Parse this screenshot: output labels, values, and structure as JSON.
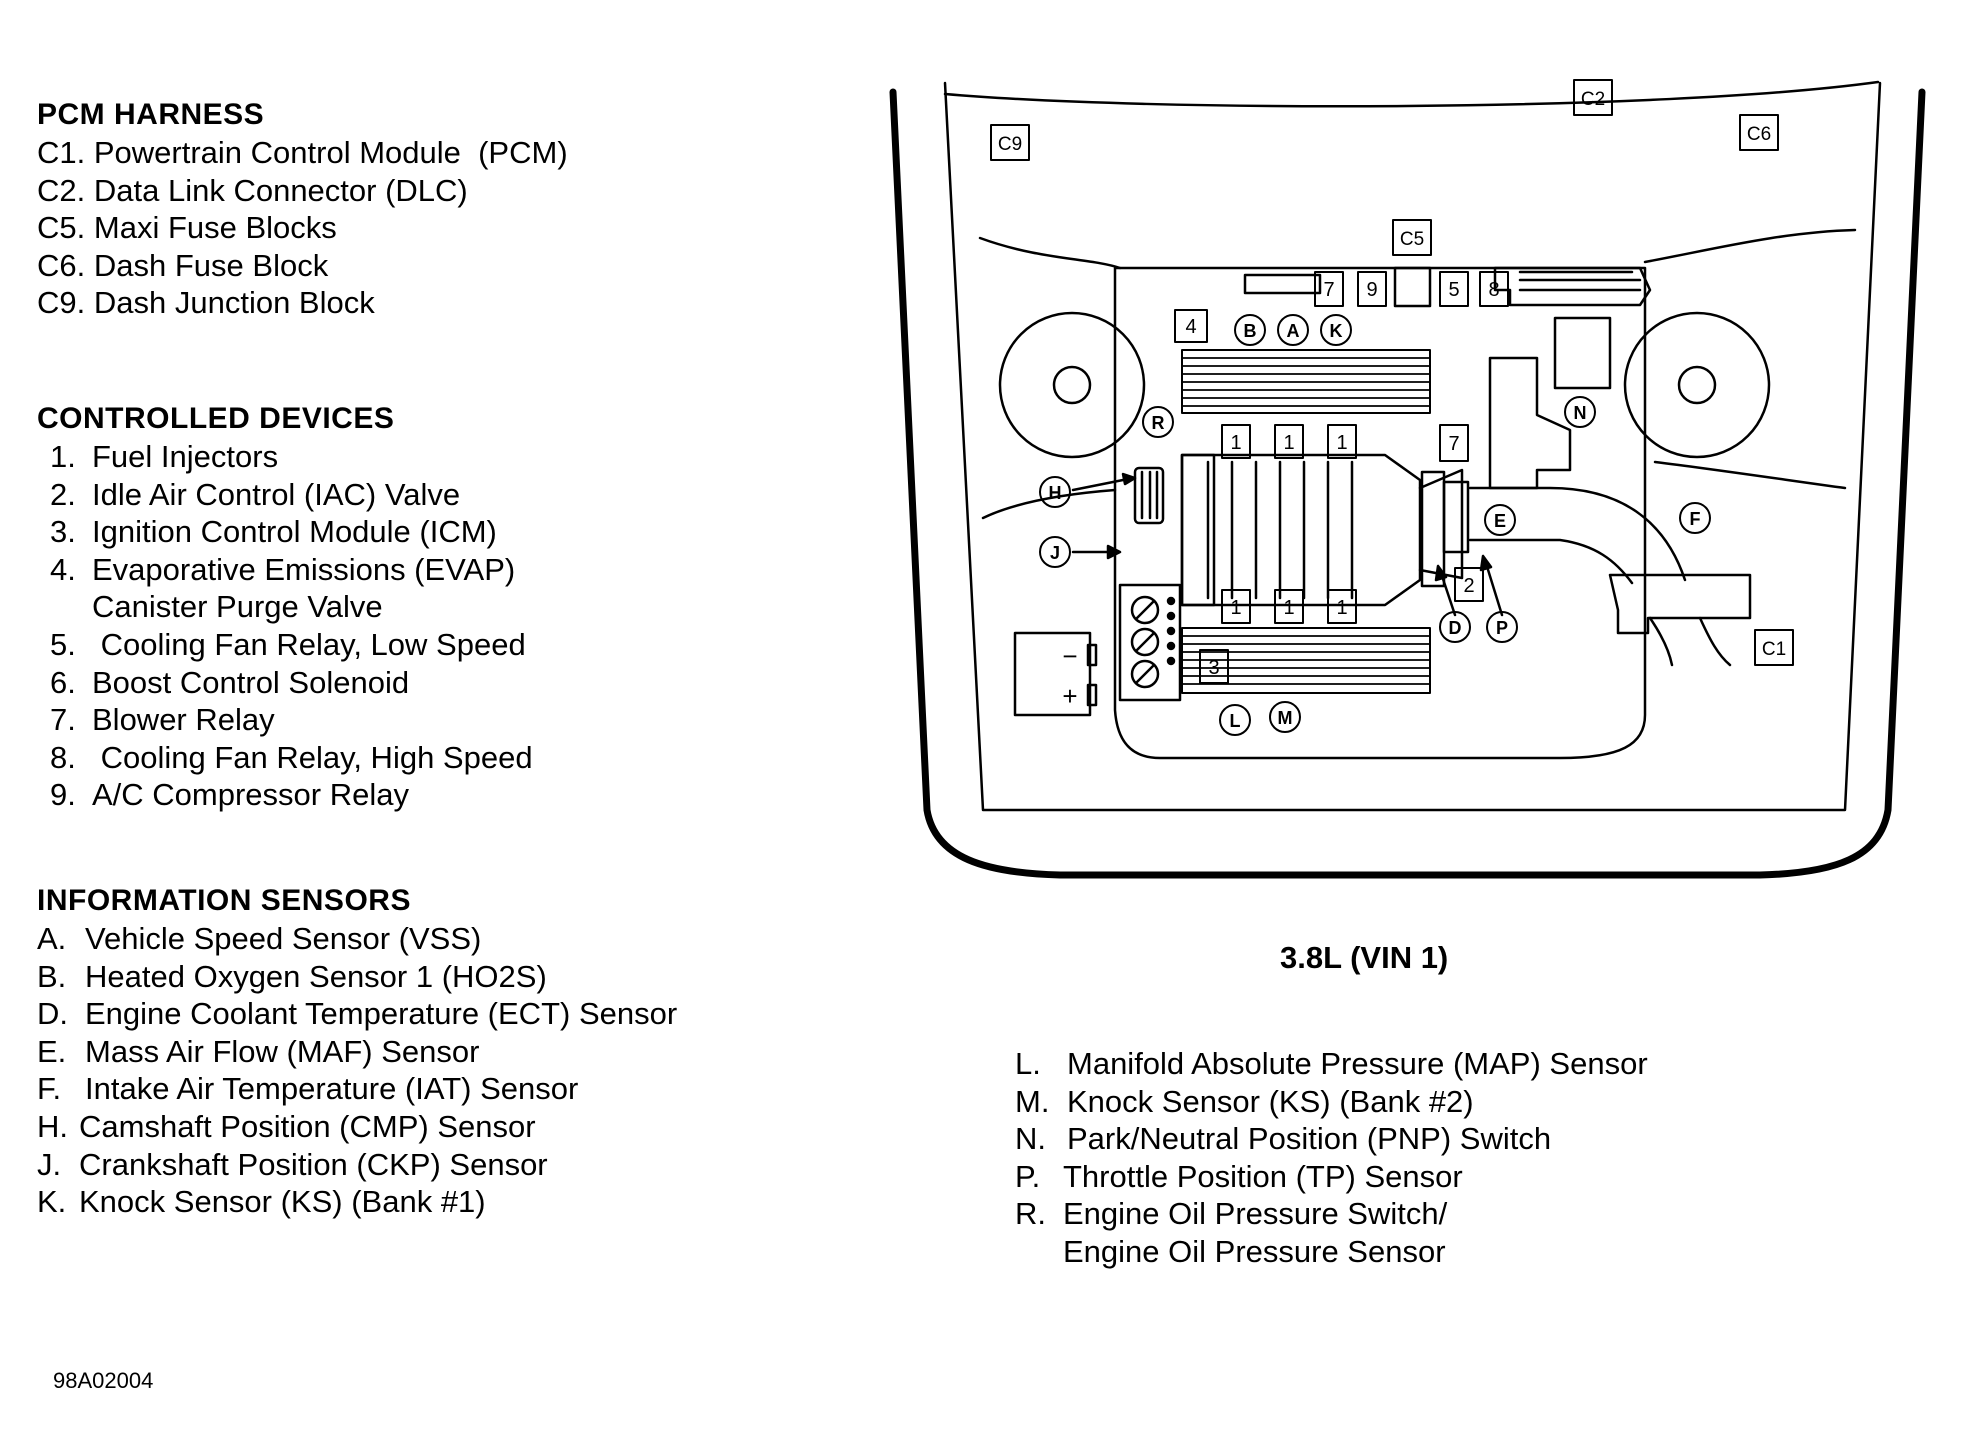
{
  "pcm_harness": {
    "heading": "PCM HARNESS",
    "items": [
      {
        "code": "C1.",
        "text": "Powertrain Control Module  (PCM)"
      },
      {
        "code": "C2.",
        "text": "Data Link Connector (DLC)"
      },
      {
        "code": "C5.",
        "text": "Maxi Fuse Blocks"
      },
      {
        "code": "C6.",
        "text": "Dash Fuse Block"
      },
      {
        "code": "C9.",
        "text": "Dash Junction Block"
      }
    ]
  },
  "controlled_devices": {
    "heading": "CONTROLLED DEVICES",
    "items": [
      {
        "code": "1.",
        "text": "Fuel Injectors"
      },
      {
        "code": "2.",
        "text": "Idle Air Control (IAC) Valve"
      },
      {
        "code": "3.",
        "text": "Ignition Control Module (ICM)"
      },
      {
        "code": "4.",
        "text": "Evaporative Emissions (EVAP)"
      },
      {
        "code": "",
        "text": "Canister Purge Valve"
      },
      {
        "code": "5.",
        "text": " Cooling Fan Relay, Low Speed"
      },
      {
        "code": "6.",
        "text": "Boost Control Solenoid"
      },
      {
        "code": "7.",
        "text": "Blower Relay"
      },
      {
        "code": "8.",
        "text": " Cooling Fan Relay, High Speed"
      },
      {
        "code": "9.",
        "text": "A/C Compressor Relay"
      }
    ]
  },
  "information_sensors": {
    "heading": "INFORMATION SENSORS",
    "items": [
      {
        "code": "A.",
        "text": "Vehicle Speed Sensor (VSS)"
      },
      {
        "code": "B.",
        "text": "Heated Oxygen Sensor 1 (HO2S)"
      },
      {
        "code": "D.",
        "text": "Engine Coolant Temperature (ECT) Sensor"
      },
      {
        "code": "E.",
        "text": "Mass Air Flow (MAF) Sensor"
      },
      {
        "code": "F.",
        "text": "Intake Air Temperature (IAT) Sensor"
      },
      {
        "code": "H.",
        "text": "Camshaft Position (CMP) Sensor"
      },
      {
        "code": "J.",
        "text": "Crankshaft Position (CKP) Sensor"
      },
      {
        "code": "K.",
        "text": "Knock Sensor (KS) (Bank #1)"
      }
    ]
  },
  "additional_sensors": {
    "items": [
      {
        "code": "L.",
        "text": "Manifold Absolute Pressure (MAP) Sensor"
      },
      {
        "code": "M.",
        "text": "Knock Sensor (KS) (Bank #2)"
      },
      {
        "code": "N.",
        "text": "Park/Neutral Position (PNP) Switch"
      },
      {
        "code": "P.",
        "text": "Throttle Position (TP) Sensor"
      },
      {
        "code": "R.",
        "text": "Engine Oil Pressure Switch/"
      },
      {
        "code": "",
        "text": "Engine Oil Pressure Sensor"
      }
    ]
  },
  "diagram": {
    "caption": "3.8L (VIN 1)",
    "labels": {
      "c1": "C1",
      "c2": "C2",
      "c5": "C5",
      "c6": "C6",
      "c9": "C9",
      "n1": "1",
      "n2": "2",
      "n3": "3",
      "n4": "4",
      "n5": "5",
      "n7": "7",
      "n8": "8",
      "n9": "9",
      "a": "A",
      "b": "B",
      "d": "D",
      "e": "E",
      "f": "F",
      "h": "H",
      "j": "J",
      "k": "K",
      "l": "L",
      "m": "M",
      "n": "N",
      "p": "P",
      "r": "R",
      "minus": "−",
      "plus": "+"
    }
  },
  "figure_id": "98A02004"
}
